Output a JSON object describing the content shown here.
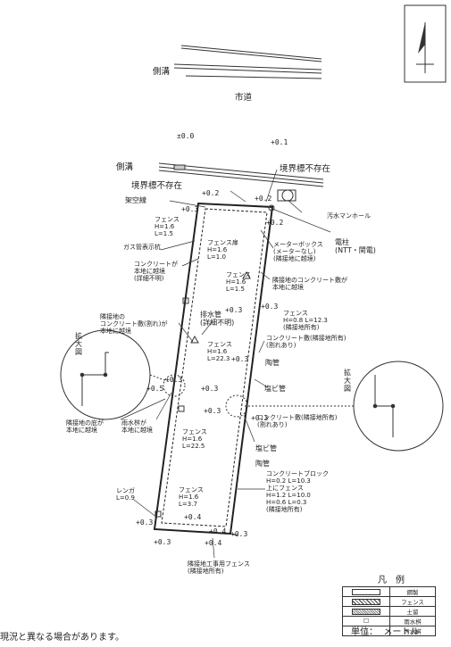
{
  "labels": {
    "sokko_top": "側溝",
    "shido": "市道",
    "elev_0": "±0.0",
    "elev_01": "+0.1",
    "sokko_mid": "側溝",
    "kyokai1": "境界標不存在",
    "kyokai2": "境界標不存在",
    "kakukudenki": "架空線",
    "osui": "汚水マンホール",
    "denchu": "電柱\n(NTT・関電)",
    "meter": "メーターボックス\n(メーターなし)\n(隣接地に越境)",
    "gas": "ガス管表示杭",
    "fence_left_top": "フェンス\nH=1.6\nL=1.5",
    "fence_door": "フェンス扉\nH=1.6\nL=1.0",
    "concrete_left": "コンクリートが\n本地に越境\n(詳細不明)",
    "fence_mid_right": "フェンス\nH=1.6\nL=1.5",
    "concrete_right": "隣接地のコンクリート敷が\n本地に越境",
    "fence_h08": "フェンス\nH=0.8 L=12.3\n(隣接地所有)",
    "haisui": "排水管\n(詳細不明)",
    "rinsetsu_conc": "隣接地の\nコンクリート敷(割れ)が\n本地に越境",
    "fence_223": "フェンス\nH=1.6\nL=22.3",
    "conc_rinsetsu": "コンクリート敷(隣接地所有)\n(割れあり)",
    "tokan1": "陶管",
    "enbi1": "塩ビ管",
    "kakudai_l": "拡\n大\n図",
    "kakudai_r": "拡\n大\n図",
    "hisashi": "隣接地の庇が\n本地に越境",
    "usui": "雨水桝が\n本地に越境",
    "conc_rinsetsu2": "コンクリート敷(隣接地所有)\n(割れあり)",
    "enbi2": "塩ビ管",
    "fence_225": "フェンス\nH=1.6\nL=22.5",
    "tokan2": "陶管",
    "block": "コンクリートブロック\nH=0.2 L=10.3\n上にフェンス\nH=1.2 L=10.0\nH=0.6 L=0.3\n(隣接地所有)",
    "renga": "レンガ\nL=0.9",
    "fence_37": "フェンス\nH=1.6\nL=3.7",
    "koji_fence": "隣接地工事用フェンス\n(隣接地所有)",
    "footer": "現況と異なる場合があります。",
    "unit": "単位：  メートル"
  },
  "elevations": {
    "e1": "+0.2",
    "e2": "+0.2",
    "e3": "+0.3",
    "e4": "+0.2",
    "e5": "+0.3",
    "e6": "+0.3",
    "e7": "+0.3",
    "e8": "+0.3",
    "e9": "+0.5",
    "e10": "+0.3",
    "e11": "+0.3",
    "e12": "+0.3",
    "e13": "+0.4",
    "e14": "+0.3",
    "e15": "+0.3",
    "e16": "+0.4",
    "e17": "+0.4",
    "e18": "+0.3"
  },
  "legend": {
    "title": "凡　例",
    "items": [
      "鋼製",
      "フェンス",
      "土留",
      "雨水桝",
      "汚水桝"
    ]
  }
}
